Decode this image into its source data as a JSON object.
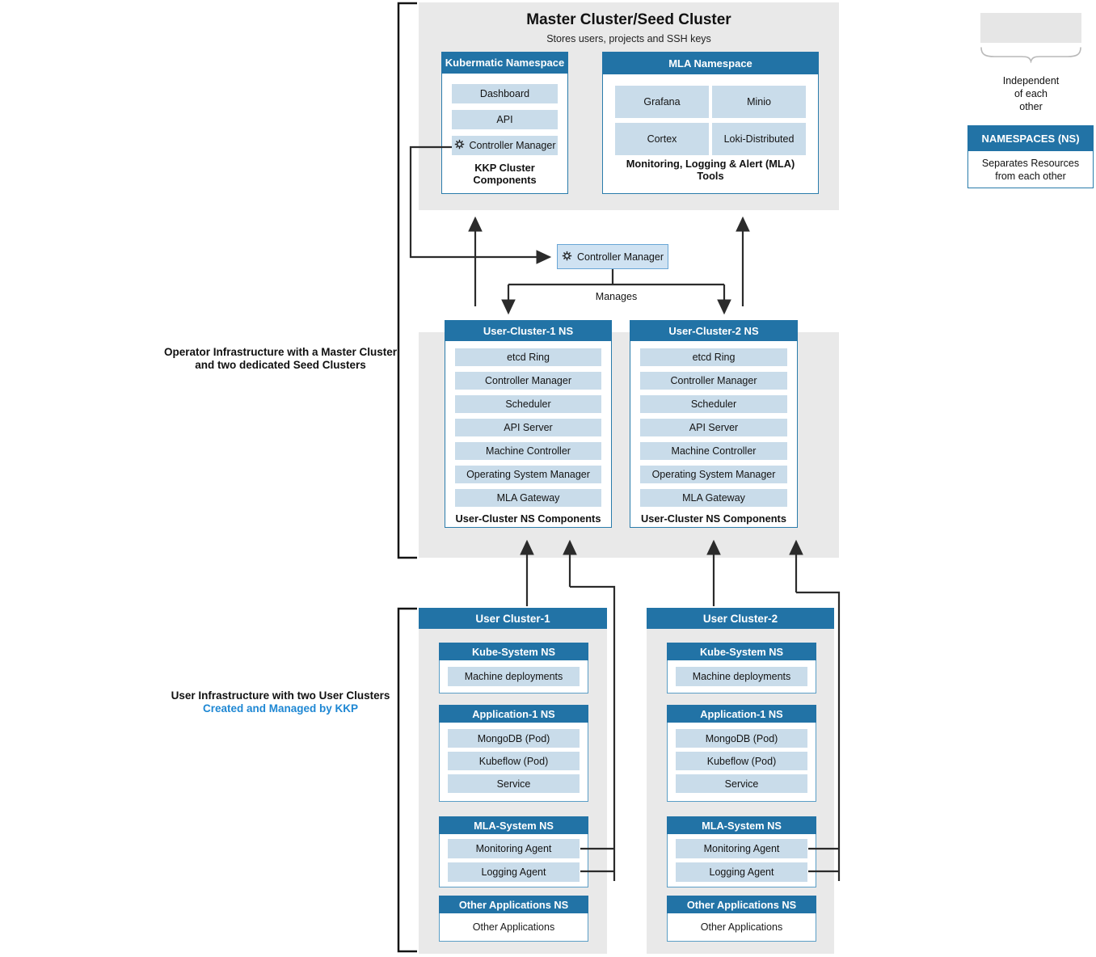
{
  "colors": {
    "header_blue": "#2273a6",
    "item_blue": "#c9dcea",
    "panel_gray": "#e9e9e9",
    "link_blue": "#1e87d3",
    "connector": "#2b2b2b"
  },
  "labels": {
    "operator_line1": "Operator Infrastructure with a Master Cluster",
    "operator_line2": "and two dedicated Seed Clusters",
    "user_line1": "User Infrastructure with two User Clusters",
    "user_line2": "Created and Managed by KKP",
    "manages": "Manages"
  },
  "legend": {
    "independent_lines": [
      "Independent",
      "of each",
      "other"
    ],
    "namespaces_title": "NAMESPACES (NS)",
    "namespaces_body_line1": "Separates Resources",
    "namespaces_body_line2": "from each other"
  },
  "icons": {
    "controller_manager": "gear-icon"
  },
  "master": {
    "title": "Master Cluster/Seed Cluster",
    "subtitle": "Stores users, projects and SSH keys",
    "kubermatic_ns": {
      "title": "Kubermatic Namespace",
      "items": [
        "Dashboard",
        "API",
        "Controller Manager"
      ],
      "footer": "KKP Cluster Components"
    },
    "mla_ns": {
      "title": "MLA Namespace",
      "items": [
        "Grafana",
        "Minio",
        "Cortex",
        "Loki-Distributed"
      ],
      "footer": "Monitoring, Logging & Alert (MLA) Tools"
    }
  },
  "controller_manager_box": {
    "label": "Controller Manager"
  },
  "seed_namespaces": [
    {
      "title": "User-Cluster-1 NS",
      "items": [
        "etcd Ring",
        "Controller Manager",
        "Scheduler",
        "API Server",
        "Machine Controller",
        "Operating System Manager",
        "MLA Gateway"
      ],
      "footer": "User-Cluster NS Components"
    },
    {
      "title": "User-Cluster-2 NS",
      "items": [
        "etcd Ring",
        "Controller Manager",
        "Scheduler",
        "API Server",
        "Machine Controller",
        "Operating System Manager",
        "MLA Gateway"
      ],
      "footer": "User-Cluster NS Components"
    }
  ],
  "user_clusters": [
    {
      "title": "User Cluster-1",
      "kube_system": {
        "title": "Kube-System NS",
        "items": [
          "Machine deployments"
        ]
      },
      "application": {
        "title": "Application-1 NS",
        "items": [
          "MongoDB (Pod)",
          "Kubeflow (Pod)",
          "Service"
        ]
      },
      "mla_system": {
        "title": "MLA-System NS",
        "items": [
          "Monitoring Agent",
          "Logging Agent"
        ]
      },
      "other": {
        "title": "Other Applications NS",
        "items": [
          "Other Applications"
        ]
      }
    },
    {
      "title": "User Cluster-2",
      "kube_system": {
        "title": "Kube-System NS",
        "items": [
          "Machine deployments"
        ]
      },
      "application": {
        "title": "Application-1 NS",
        "items": [
          "MongoDB (Pod)",
          "Kubeflow (Pod)",
          "Service"
        ]
      },
      "mla_system": {
        "title": "MLA-System NS",
        "items": [
          "Monitoring Agent",
          "Logging Agent"
        ]
      },
      "other": {
        "title": "Other Applications NS",
        "items": [
          "Other Applications"
        ]
      }
    }
  ]
}
